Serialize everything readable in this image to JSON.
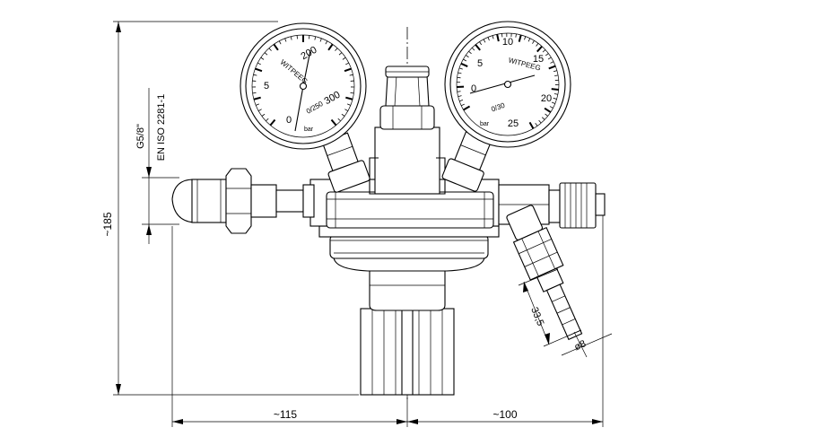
{
  "dimensions": {
    "height": "~185",
    "left_width": "~115",
    "right_width": "~100",
    "hose_length": "33,5",
    "hose_diameter": "ø8",
    "thread": "G5/8\"",
    "standard": "EN ISO 2281-1"
  },
  "gauge_left": {
    "brand": "WITPEEG",
    "scale_0": "0",
    "scale_5": "5",
    "scale_200": "200",
    "scale_300": "300",
    "unit": "bar",
    "code": "0/250"
  },
  "gauge_right": {
    "brand": "WITPEEG",
    "scale_0": "0",
    "scale_5": "5",
    "scale_10": "10",
    "scale_15": "15",
    "scale_20": "20",
    "scale_25": "25",
    "unit": "bar",
    "code": "0/30"
  }
}
